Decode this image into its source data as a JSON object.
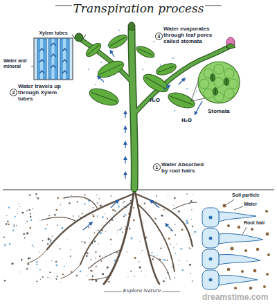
{
  "diagram": {
    "title": "Transpiration process",
    "nodes": [
      {
        "text": [
          "Xylem tubes"
        ]
      },
      {
        "text": [
          "Stomata"
        ]
      }
    ],
    "labels": [
      "Water and mineral",
      "2",
      "Water travels up through Xylem tubes",
      "3",
      "Water evaporates through leaf pores called stomata",
      "H₂O",
      "H₂O",
      "1",
      "Water Absorbed by root hairs",
      "Soil particle",
      "Water",
      "Root hair",
      "Explore Nature",
      "dreamstime.com"
    ]
  }
}
